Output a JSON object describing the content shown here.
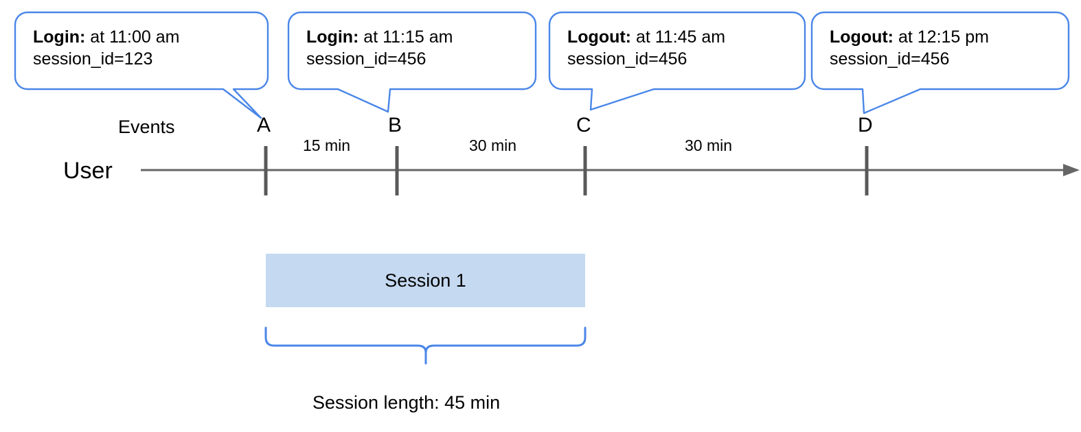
{
  "diagram": {
    "title_caption": "Session length: 45 min",
    "colors": {
      "callout_border": "#4a86e8",
      "brace": "#4a86e8",
      "axis": "#666666",
      "tick": "#595959",
      "session_fill": "#c5d9f1",
      "text": "#000000"
    },
    "callouts": [
      {
        "event": "Login:",
        "detail": " at 11:00 am",
        "session": "session_id=123",
        "target": "A"
      },
      {
        "event": "Login:",
        "detail": " at 11:15 am",
        "session": "session_id=456",
        "target": "B"
      },
      {
        "event": "Logout:",
        "detail": " at 11:45 am",
        "session": "session_id=456",
        "target": "C"
      },
      {
        "event": "Logout:",
        "detail": " at 12:15 pm",
        "session": "session_id=456",
        "target": "D"
      }
    ],
    "row_labels": {
      "events": "Events",
      "user": "User"
    },
    "ticks": [
      {
        "label": "A"
      },
      {
        "label": "B"
      },
      {
        "label": "C"
      },
      {
        "label": "D"
      }
    ],
    "durations": [
      {
        "label": "15 min"
      },
      {
        "label": "30 min"
      },
      {
        "label": "30 min"
      }
    ],
    "session": {
      "bar_label": "Session 1",
      "length_caption": "Session length: 45 min"
    }
  }
}
